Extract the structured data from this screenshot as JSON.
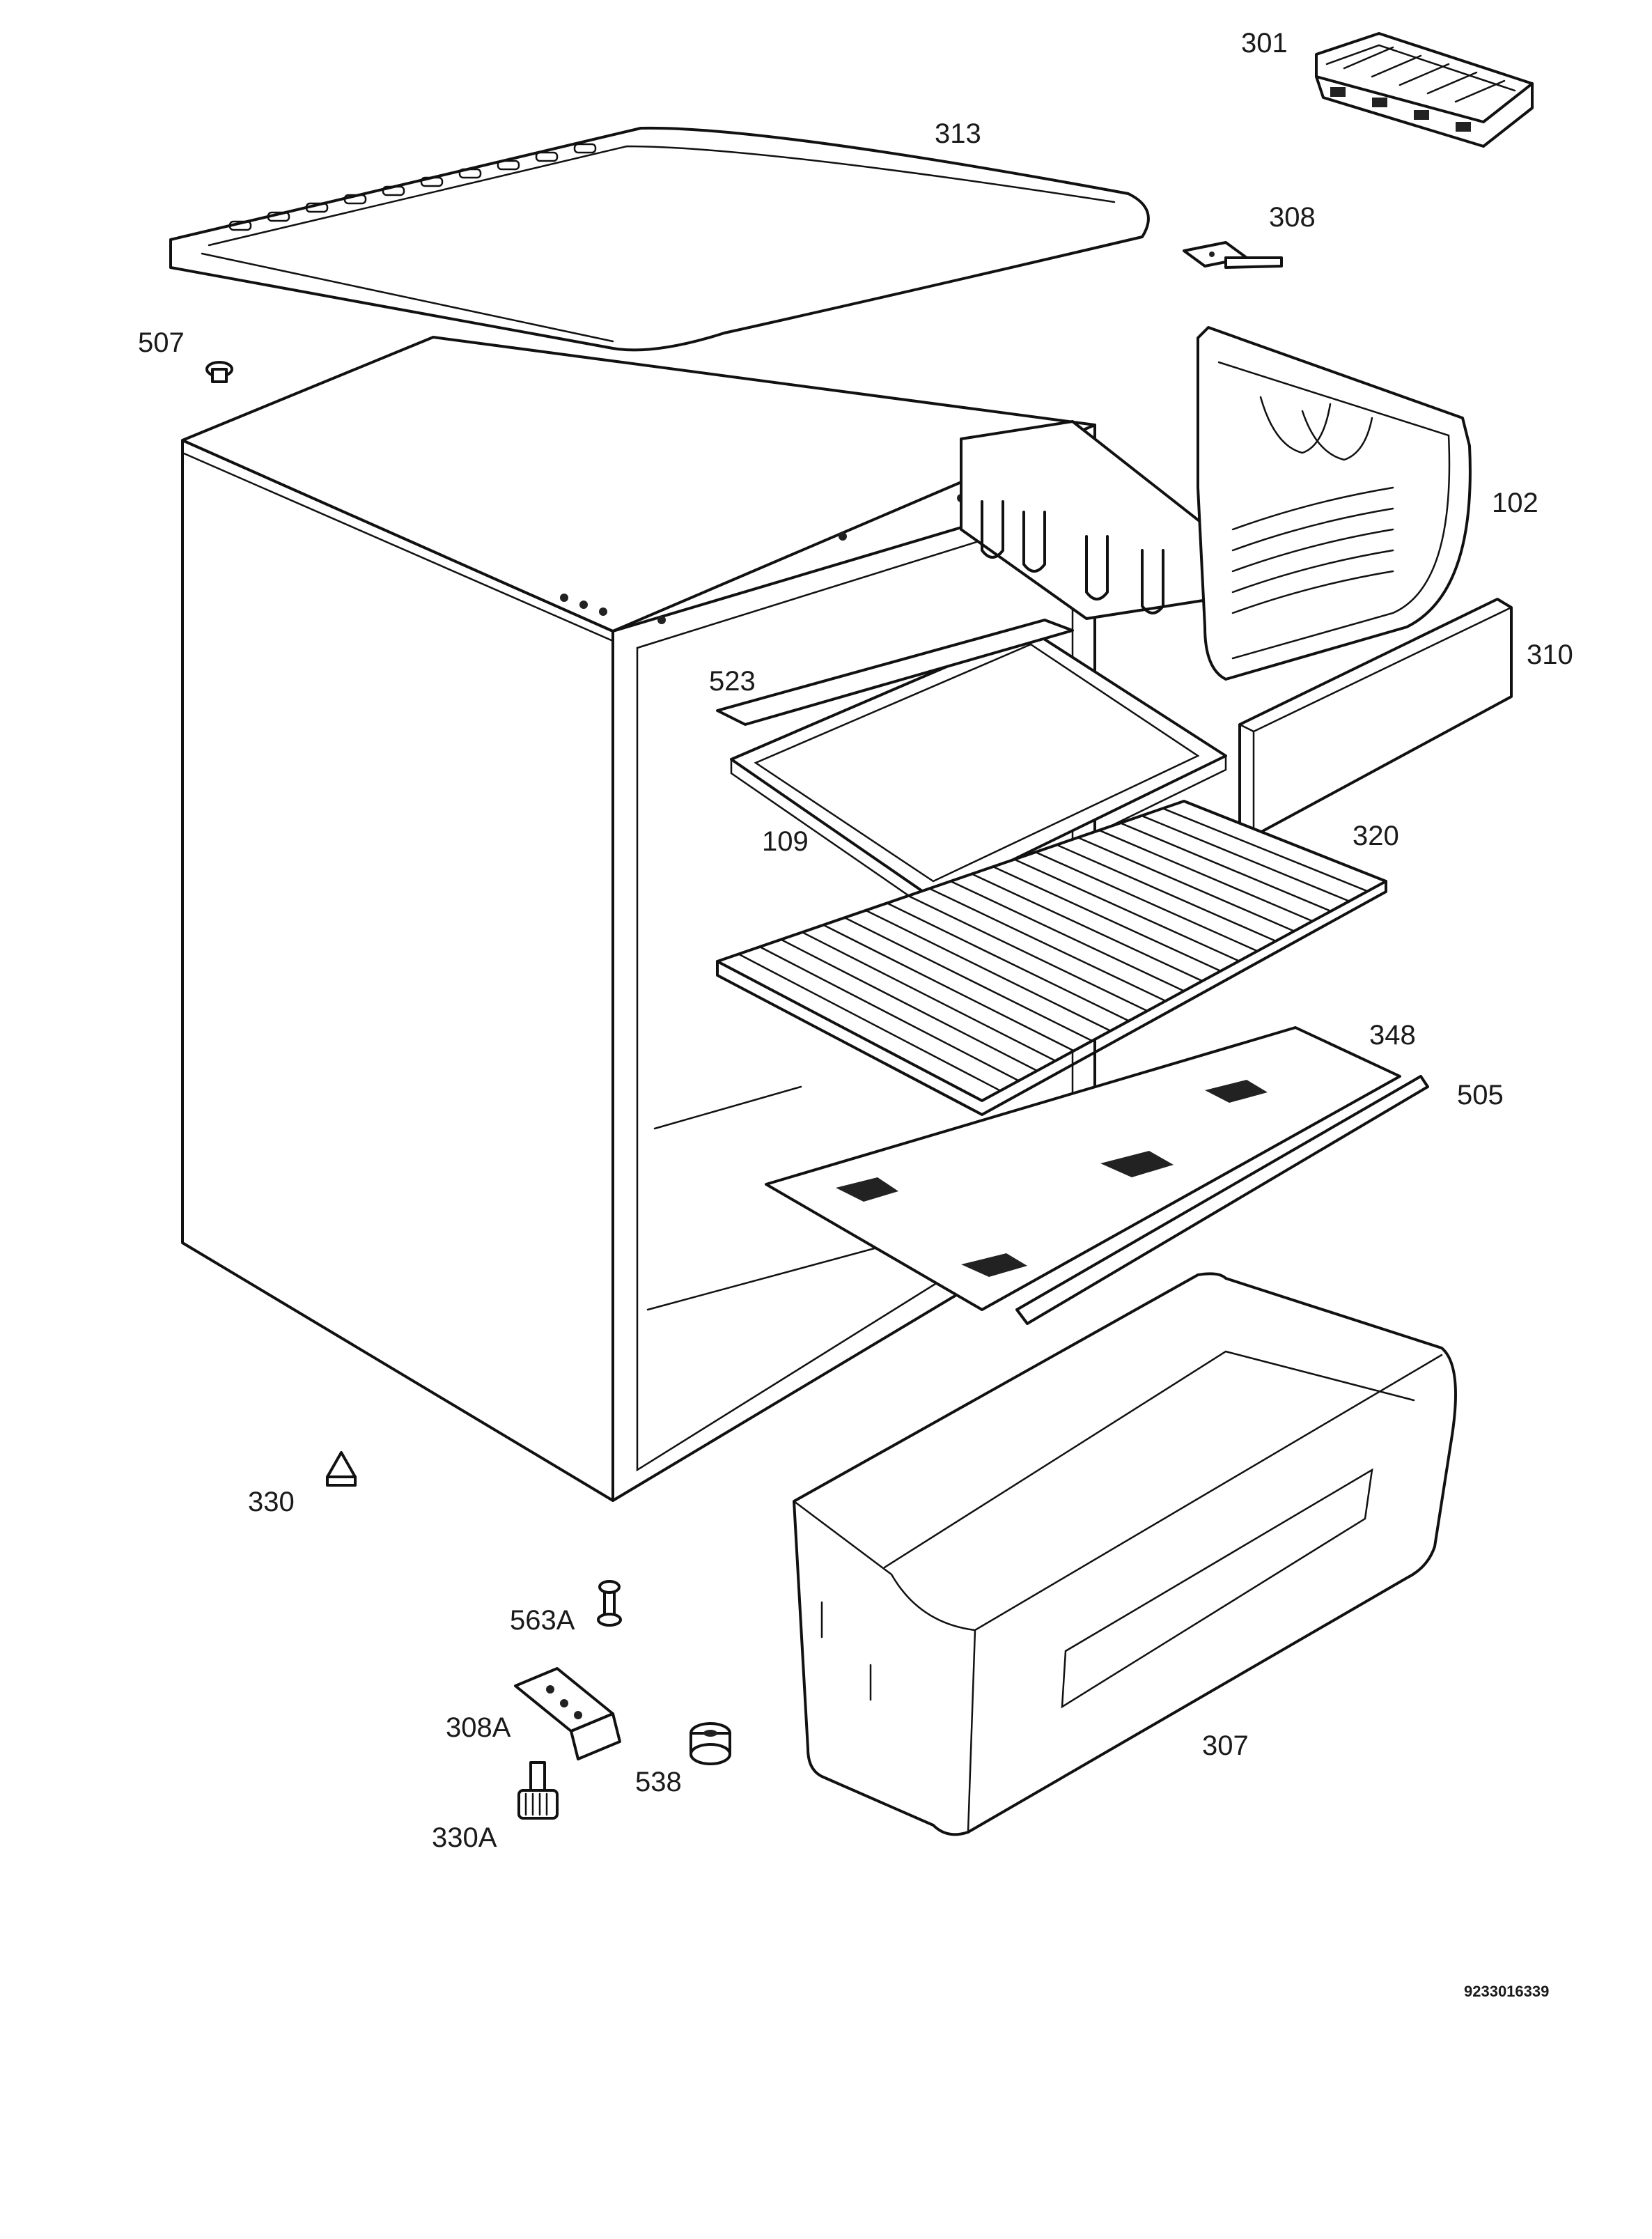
{
  "labels": {
    "p301": "301",
    "p313": "313",
    "p308": "308",
    "p507": "507",
    "p102": "102",
    "p310": "310",
    "p523": "523",
    "p109": "109",
    "p320": "320",
    "p348": "348",
    "p505": "505",
    "p330": "330",
    "p563A": "563A",
    "p308A": "308A",
    "p538": "538",
    "p330A": "330A",
    "p307": "307"
  },
  "document_number": "9233016339"
}
